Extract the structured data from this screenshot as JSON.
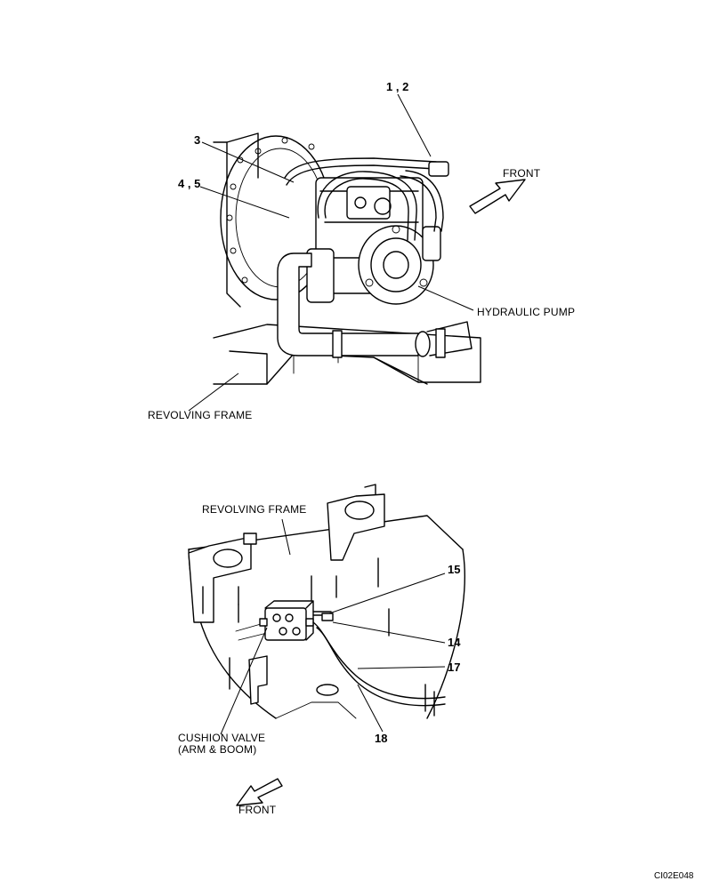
{
  "upper_view": {
    "callouts": {
      "c12": "1 , 2",
      "c3": "3",
      "c45": "4 , 5"
    },
    "labels": {
      "front": "FRONT",
      "hydraulic_pump": "HYDRAULIC PUMP",
      "revolving_frame": "REVOLVING FRAME"
    }
  },
  "lower_view": {
    "labels": {
      "revolving_frame": "REVOLVING FRAME",
      "cushion_valve_line1": "CUSHION VALVE",
      "cushion_valve_line2": "(ARM & BOOM)",
      "front": "FRONT"
    },
    "callouts": {
      "c14": "14",
      "c15": "15",
      "c17": "17",
      "c18": "18"
    }
  },
  "figure_ref": "CI02E048"
}
